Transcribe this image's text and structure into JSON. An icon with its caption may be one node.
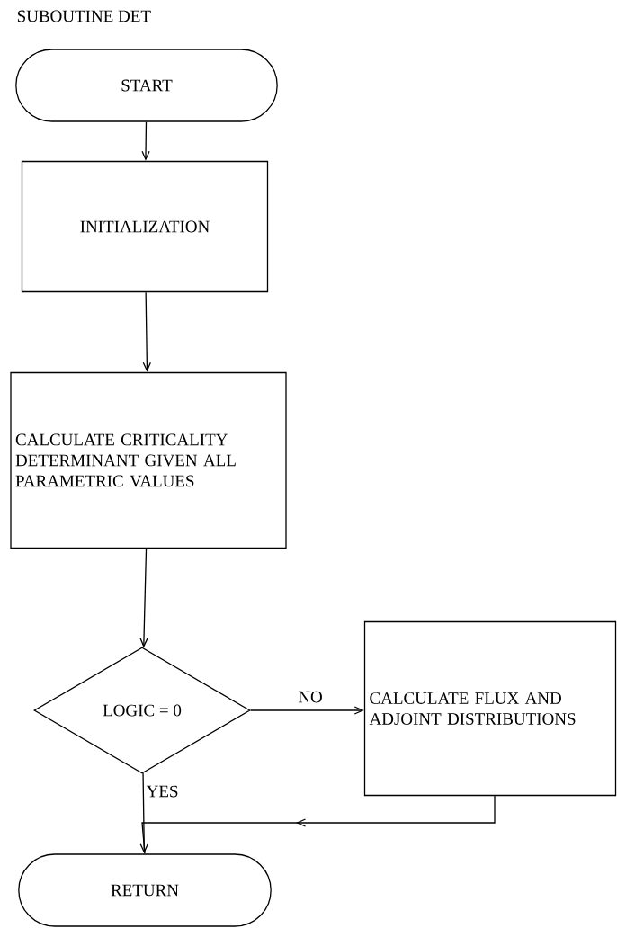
{
  "diagram": {
    "title": "SUBOUTINE DET",
    "nodes": [
      {
        "text": [
          "START"
        ]
      },
      {
        "text": [
          "INITIALIZATION"
        ]
      },
      {
        "text": [
          "CALCULATE CRITICALITY DETERMINANT GIVEN ALL PARAMETRIC VALUES"
        ]
      },
      {
        "text": [
          "LOGIC = 0"
        ]
      },
      {
        "text": [
          "CALCULATE FLUX AND ADJOINT DISTRIBUTIONS"
        ]
      },
      {
        "text": [
          "RETURN"
        ]
      }
    ],
    "edges": [
      {
        "from": 0,
        "to": 1,
        "arrow": "to"
      },
      {
        "from": 1,
        "to": 2,
        "arrow": "to"
      },
      {
        "from": 2,
        "to": 3,
        "arrow": "to"
      },
      {
        "from": 3,
        "to": 4,
        "arrow": "to",
        "label": "NO"
      },
      {
        "from": 3,
        "to": 5,
        "arrow": "to",
        "label": "YES"
      },
      {
        "from": 4,
        "to": 5,
        "arrow": "to"
      }
    ]
  }
}
